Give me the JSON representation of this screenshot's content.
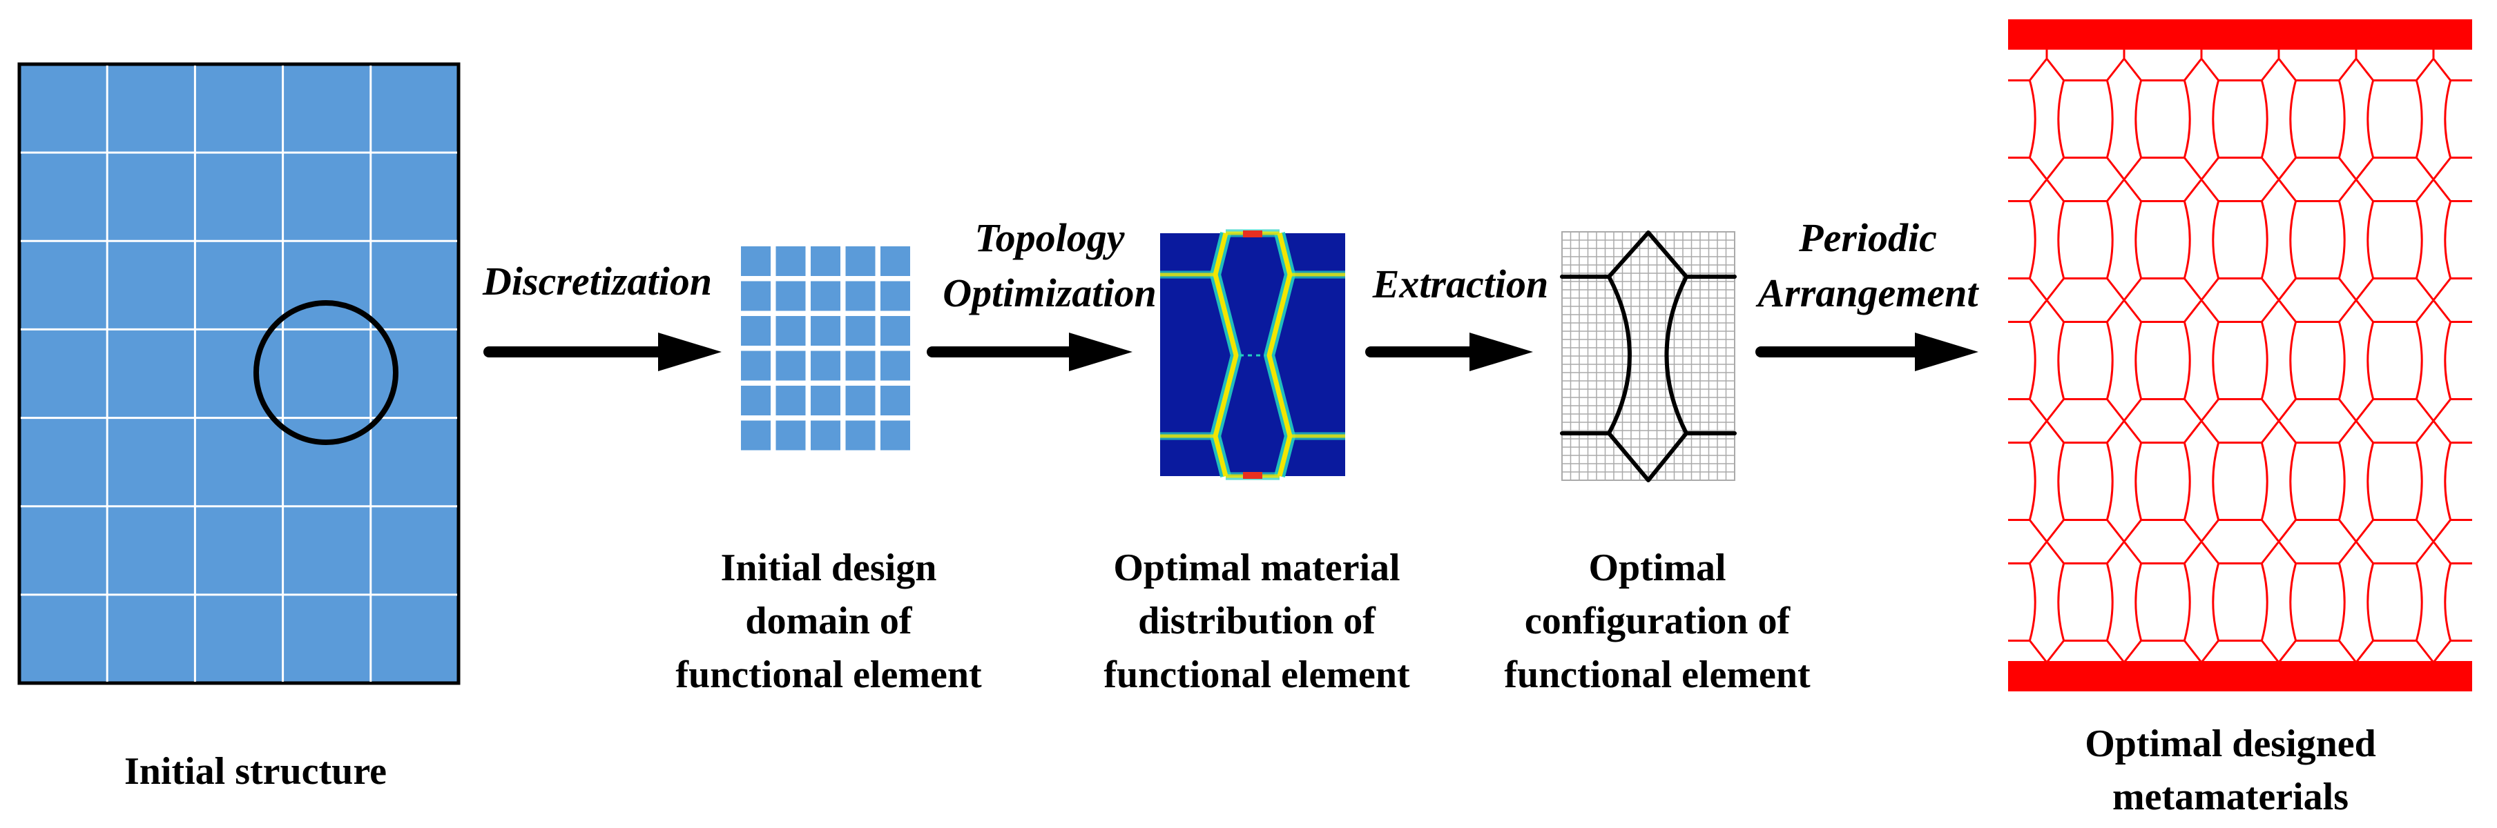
{
  "diagram": {
    "stages": [
      {
        "id": "initial-structure",
        "caption": [
          "Initial structure"
        ]
      },
      {
        "id": "initial-design-domain",
        "caption": [
          "Initial design",
          "domain of",
          "functional element"
        ]
      },
      {
        "id": "optimal-material-distribution",
        "caption": [
          "Optimal material",
          "distribution of",
          "functional element"
        ]
      },
      {
        "id": "optimal-configuration",
        "caption": [
          "Optimal",
          "configuration of",
          "functional element"
        ]
      },
      {
        "id": "optimal-metamaterials",
        "caption": [
          "Optimal designed",
          "metamaterials"
        ]
      }
    ],
    "steps": [
      {
        "id": "discretization",
        "label": [
          "Discretization"
        ]
      },
      {
        "id": "topology-optimization",
        "label": [
          "Topology",
          "Optimization"
        ]
      },
      {
        "id": "extraction",
        "label": [
          "Extraction"
        ]
      },
      {
        "id": "periodic-arrangement",
        "label": [
          "Periodic",
          "Arrangement"
        ]
      }
    ]
  },
  "colors": {
    "mesh_blue": "#5b9bd9",
    "mesh_line": "#ffffff",
    "field_background": "#0a1a9e",
    "field_band_outer": "#22d0c0",
    "field_band_inner": "#f2e600",
    "field_hot": "#e83020",
    "lattice_red": "#ff0000",
    "grid_gray": "#aaaaaa",
    "ink": "#000000"
  },
  "icons": [
    "arrow-right-icon",
    "circle-highlight-icon"
  ]
}
